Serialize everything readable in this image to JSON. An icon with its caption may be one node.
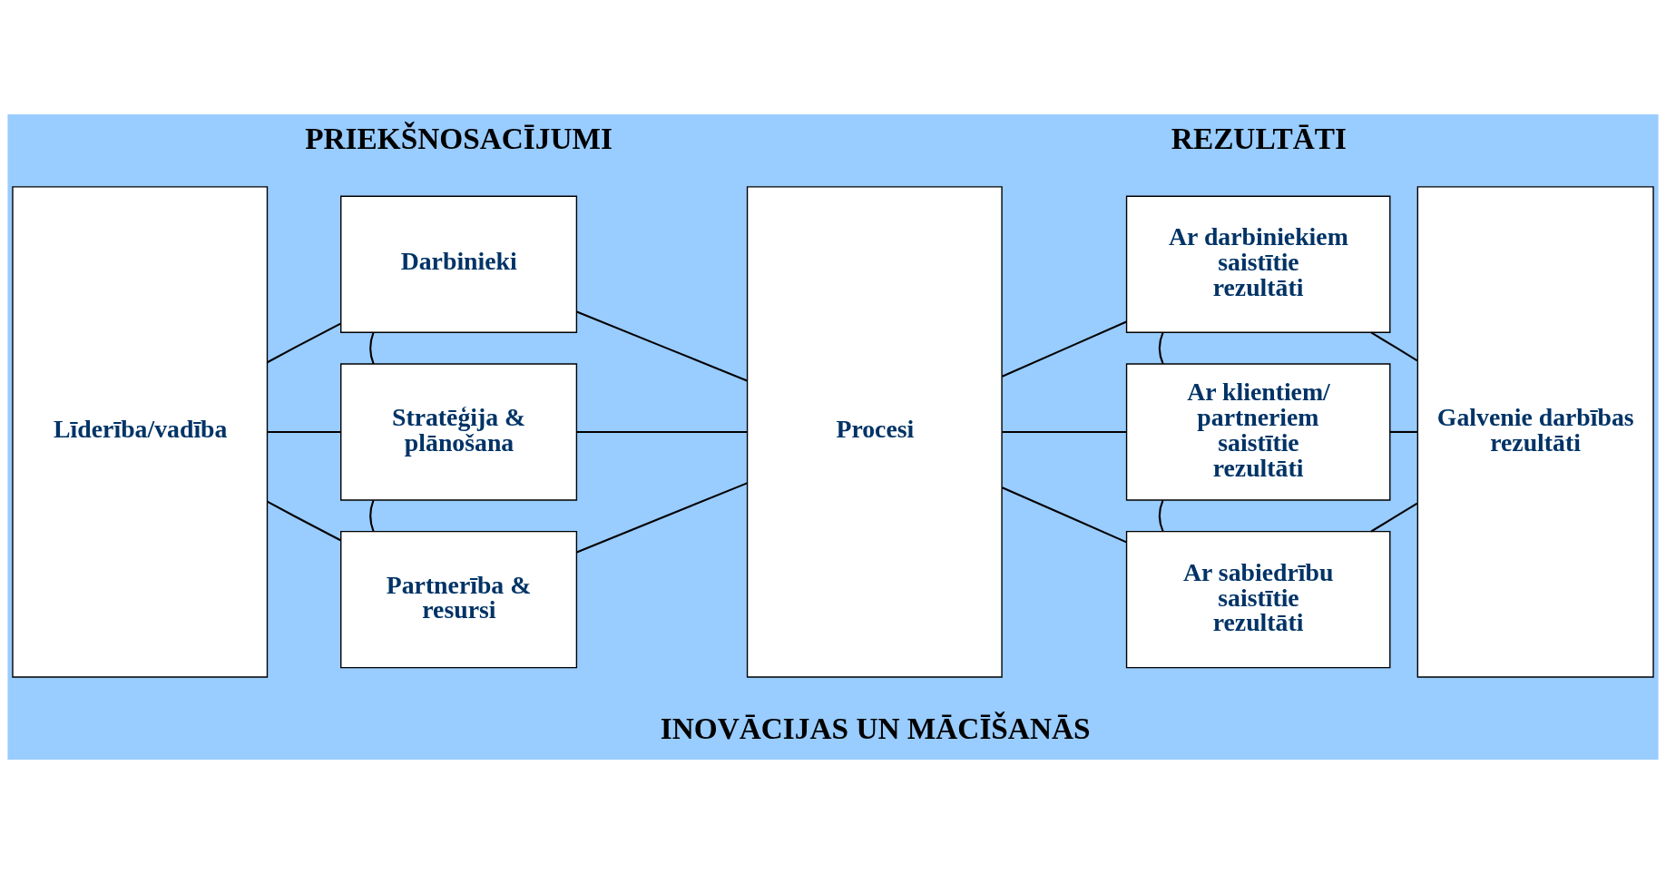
{
  "diagram": {
    "nodes": [
      {
        "text": [
          "Līderība/vadība"
        ]
      },
      {
        "text": [
          "Darbinieki"
        ]
      },
      {
        "text": [
          "Stratēģija & plānošana"
        ]
      },
      {
        "text": [
          "Partnerība & resursi"
        ]
      },
      {
        "text": [
          "Procesi"
        ]
      },
      {
        "text": [
          "Ar darbiniekiem saistītie rezultāti"
        ]
      },
      {
        "text": [
          "Ar klientiem/ partneriem saistītie rezultāti"
        ]
      },
      {
        "text": [
          "Ar sabiedrību saistītie rezultāti"
        ]
      },
      {
        "text": [
          "Galvenie darbības rezultāti"
        ]
      }
    ],
    "edges": [
      {
        "from": 0,
        "to": 1,
        "arrow": "none"
      },
      {
        "from": 0,
        "to": 2,
        "arrow": "none"
      },
      {
        "from": 0,
        "to": 3,
        "arrow": "none"
      },
      {
        "from": 1,
        "to": 2,
        "arrow": "none"
      },
      {
        "from": 2,
        "to": 3,
        "arrow": "none"
      },
      {
        "from": 1,
        "to": 4,
        "arrow": "none"
      },
      {
        "from": 2,
        "to": 4,
        "arrow": "none"
      },
      {
        "from": 3,
        "to": 4,
        "arrow": "none"
      },
      {
        "from": 4,
        "to": 5,
        "arrow": "none"
      },
      {
        "from": 4,
        "to": 6,
        "arrow": "none"
      },
      {
        "from": 4,
        "to": 7,
        "arrow": "none"
      },
      {
        "from": 5,
        "to": 6,
        "arrow": "none"
      },
      {
        "from": 6,
        "to": 7,
        "arrow": "none"
      },
      {
        "from": 5,
        "to": 8,
        "arrow": "none"
      },
      {
        "from": 6,
        "to": 8,
        "arrow": "none"
      },
      {
        "from": 7,
        "to": 8,
        "arrow": "none"
      }
    ],
    "labels": [
      "PRIEKŠNOSACĪJUMI",
      "REZULTĀTI",
      "INOVĀCIJAS UN MĀCĪŠANĀS"
    ]
  }
}
